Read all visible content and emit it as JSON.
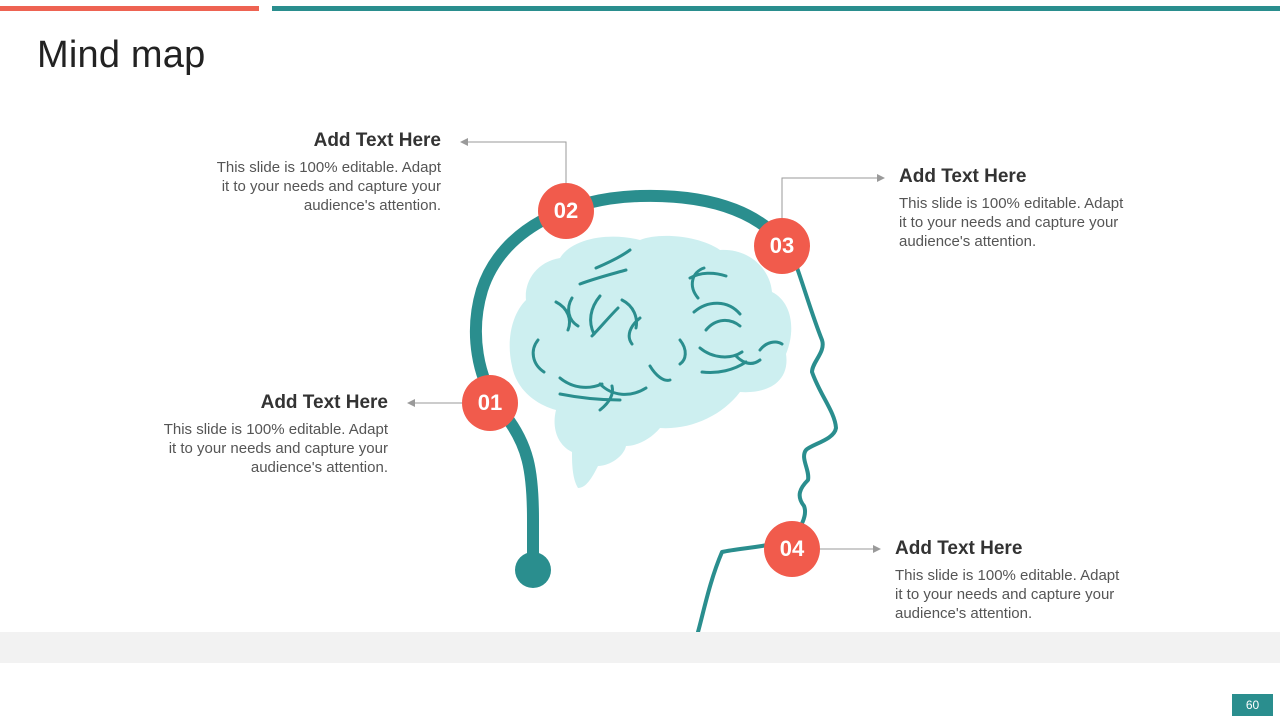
{
  "title": "Mind map",
  "page_number": "60",
  "colors": {
    "accent": "#EE6352",
    "teal": "#2A8E8E",
    "brain": "#CDEFF0",
    "node": "#F15B4C"
  },
  "nodes": [
    {
      "number": "01",
      "heading": "Add Text Here",
      "body_lines": [
        "This slide is 100% editable. Adapt",
        "it to your needs and capture your",
        "audience's attention."
      ]
    },
    {
      "number": "02",
      "heading": "Add Text Here",
      "body_lines": [
        "This slide is 100% editable. Adapt",
        "it to your needs and capture your",
        "audience's attention."
      ]
    },
    {
      "number": "03",
      "heading": "Add Text Here",
      "body_lines": [
        "This slide is 100% editable. Adapt",
        "it to your needs and capture your",
        "audience's attention."
      ]
    },
    {
      "number": "04",
      "heading": "Add Text Here",
      "body_lines": [
        "This slide is 100% editable. Adapt",
        "it to your needs and capture your",
        "audience's attention."
      ]
    }
  ]
}
